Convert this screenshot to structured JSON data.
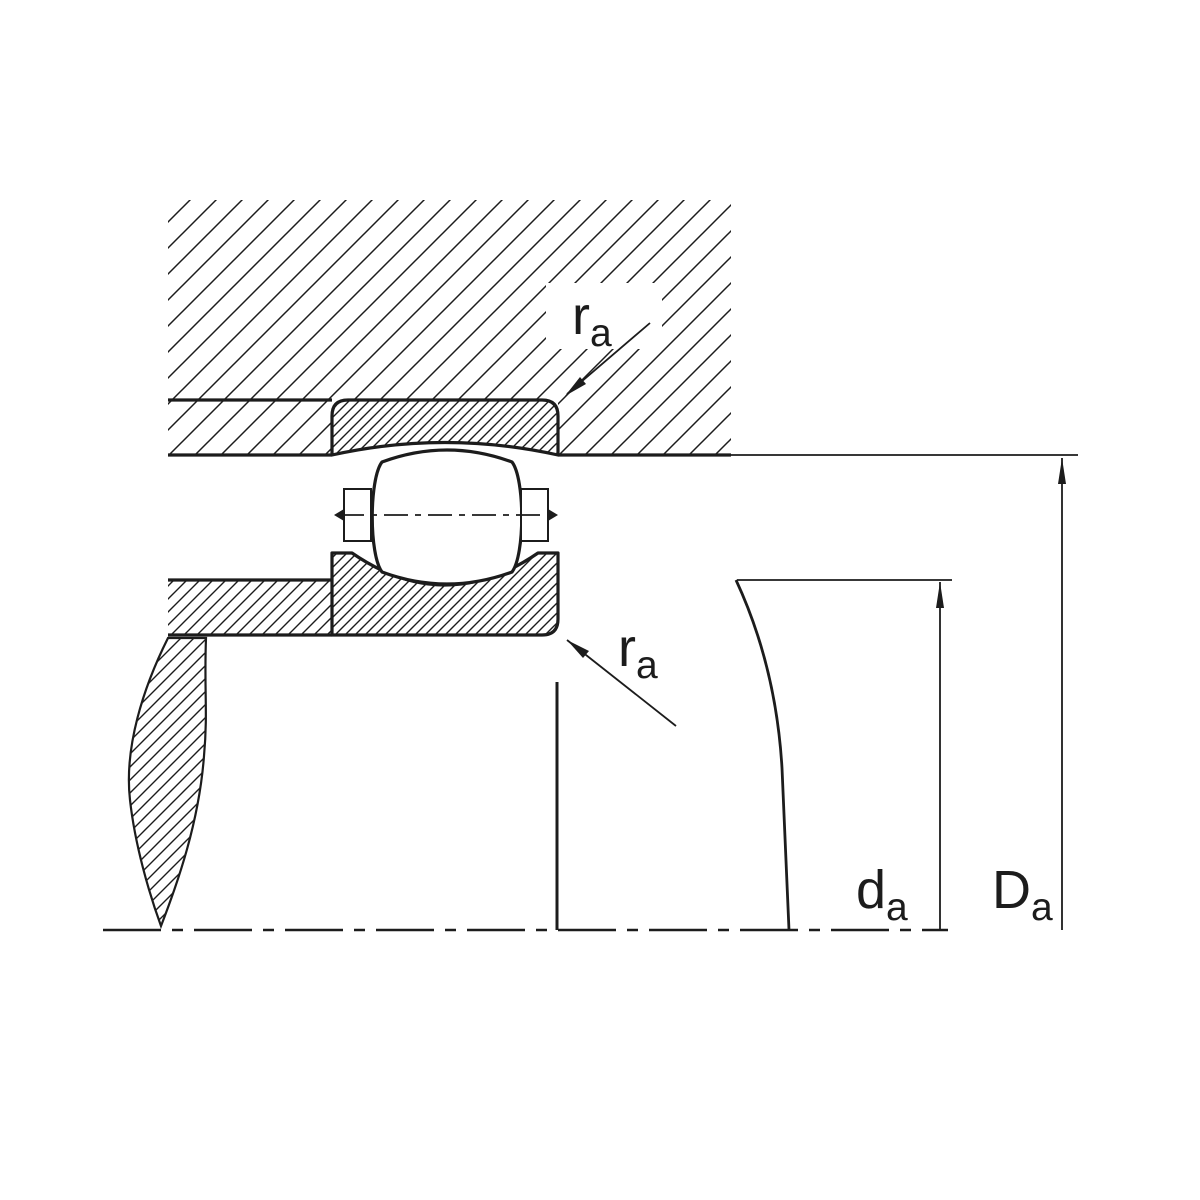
{
  "figure": {
    "background_color": "#ffffff",
    "line_color": "#1c1c1c",
    "labels": {
      "r_top": {
        "main": "r",
        "sub": "a"
      },
      "r_bottom": {
        "main": "r",
        "sub": "a"
      },
      "d_abutment": {
        "main": "d",
        "sub": "a"
      },
      "D_abutment": {
        "main": "D",
        "sub": "a"
      }
    }
  }
}
